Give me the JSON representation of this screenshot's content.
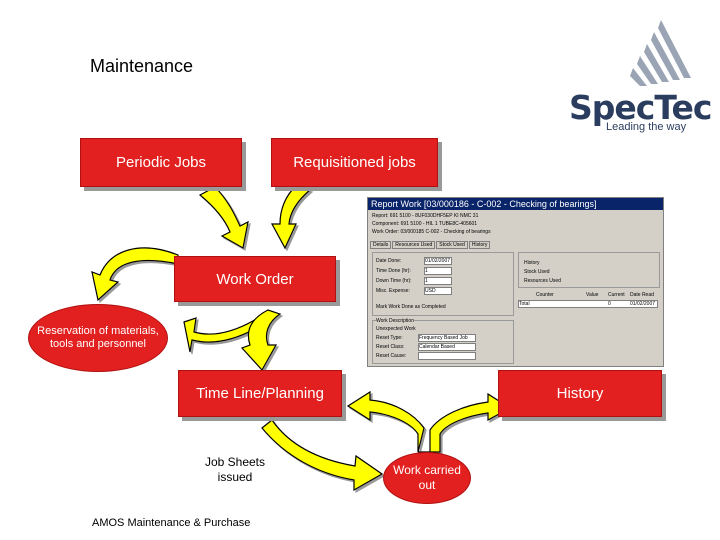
{
  "title": "Maintenance",
  "footer": "AMOS Maintenance & Purchase",
  "logo": {
    "brand": "SpecTec",
    "tagline": "Leading the way"
  },
  "nodes": {
    "periodic_jobs": "Periodic Jobs",
    "requisitioned_jobs": "Requisitioned jobs",
    "work_order": "Work Order",
    "reservation": "Reservation of materials, tools and personnel",
    "time_line": "Time Line/Planning",
    "history": "History",
    "work_carried_out": "Work carried out",
    "job_sheets": "Job Sheets issued"
  },
  "screenshot": {
    "window_title": "Report Work [03/000186 - C-002 - Checking of bearings]",
    "info_rows": [
      "Report:    691 5100 - 8UF030DHF5EP KI NMC 31",
      "Component: 691 5100 - HIL 1 TUBE8C-405601",
      "Work Order: 03/000185   C-002 - Checking of bearings"
    ],
    "tabs": [
      "Details",
      "Resources Used",
      "Stock Used",
      "History"
    ],
    "fields": [
      "Date Done:",
      "Time Done (hr):",
      "Down Time (hr):",
      "Misc. Expense:"
    ],
    "values": [
      "01/02/2007",
      "1",
      "1",
      "USD"
    ],
    "checkboxes": [
      "History",
      "Stock Used",
      "Resources Used"
    ],
    "mark_text": "Mark Work Done as Completed",
    "grid_headers": [
      "Counter",
      "Value",
      "Current",
      "Date Read"
    ],
    "grid_row": [
      "Total",
      "",
      "0",
      "01/02/2007"
    ],
    "lower_group": "Work Description",
    "lower_fields": [
      "Unexpected Work",
      "Reset Type:",
      "Reset Class:",
      "Reset Cause:"
    ],
    "lower_values": [
      "Frequency Based Job",
      "Calendar Based",
      ""
    ]
  }
}
